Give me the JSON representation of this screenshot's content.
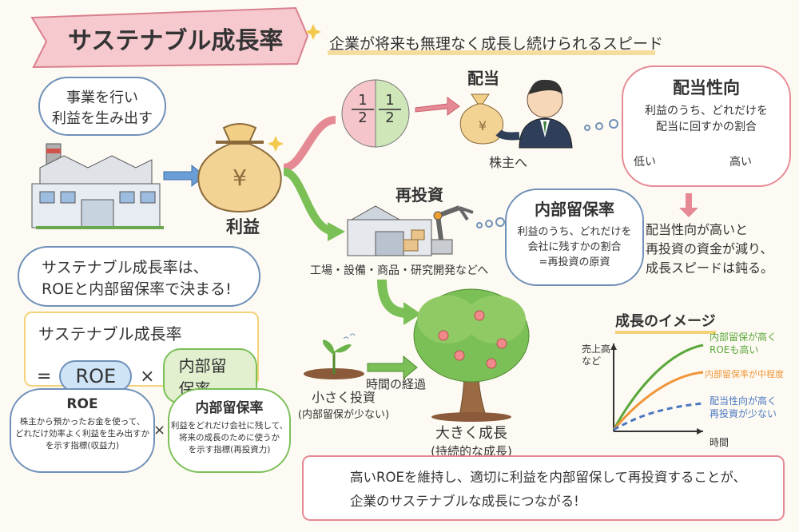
{
  "title": "サステナブル成長率",
  "subtitle": "企業が将来も無理なく成長し続けられるスピード",
  "bubble_profit": {
    "line1": "事業を行い",
    "line2": "利益を生み出す"
  },
  "profit_label": "利益",
  "fraction": {
    "num": "1",
    "den": "2"
  },
  "dividend": {
    "label": "配当",
    "shareholder": "株主へ"
  },
  "payout": {
    "title": "配当性向",
    "line1": "利益のうち、どれだけを",
    "line2": "配当に回すかの割合",
    "low": "低い",
    "high": "高い"
  },
  "payout_note": {
    "line1": "配当性向が高いと",
    "line2": "再投資の資金が減り、",
    "line3": "成長スピードは鈍る。"
  },
  "reinvest": {
    "label": "再投資",
    "caption": "工場・設備・商品・研究開発などへ"
  },
  "retention": {
    "title": "内部留保率",
    "line1": "利益のうち、どれだけを",
    "line2": "会社に残すかの割合",
    "line3": "=再投資の原資"
  },
  "sgr_cloud": {
    "line1": "サステナブル成長率は、",
    "line2": "ROEと内部留保率で決まる!"
  },
  "formula": {
    "title": "サステナブル成長率",
    "eq": "=",
    "roe": "ROE",
    "times": "×",
    "retention": "内部留保率"
  },
  "roe_box": {
    "title": "ROE",
    "line1": "株主から預かったお金を使って、",
    "line2": "どれだけ効率よく利益を生み出すか",
    "line3": "を示す指標(収益力)"
  },
  "retention_box": {
    "title": "内部留保率",
    "line1": "利益をどれだけ会社に残して、",
    "line2": "将来の成長のために使うか",
    "line3": "を示す指標(再投資力)"
  },
  "times2": "×",
  "small": {
    "label": "小さく投資",
    "sub": "(内部留保が少ない)"
  },
  "time_label": "時間の経過",
  "big": {
    "label": "大きく成長",
    "sub": "(持続的な成長)"
  },
  "chart": {
    "title": "成長のイメージ",
    "y_label_1": "売上高",
    "y_label_2": "など",
    "x_label": "時間",
    "series": [
      {
        "line1": "内部留保が高く",
        "line2": "ROEも高い",
        "color": "#5aa83a"
      },
      {
        "line1": "内部留保率が中程度",
        "line2": "",
        "color": "#f0963a"
      },
      {
        "line1": "配当性向が高く",
        "line2": "再投資が少ない",
        "color": "#4a78c0"
      }
    ]
  },
  "conclusion": {
    "line1": "高いROEを維持し、適切に利益を内部留保して再投資することが、",
    "line2": "企業のサステナブルな成長につながる!"
  },
  "colors": {
    "green": "#5aa83a",
    "orange": "#f0963a",
    "blue": "#4a78c0",
    "pink": "#e07a8a",
    "yellow": "#f3d27a"
  }
}
